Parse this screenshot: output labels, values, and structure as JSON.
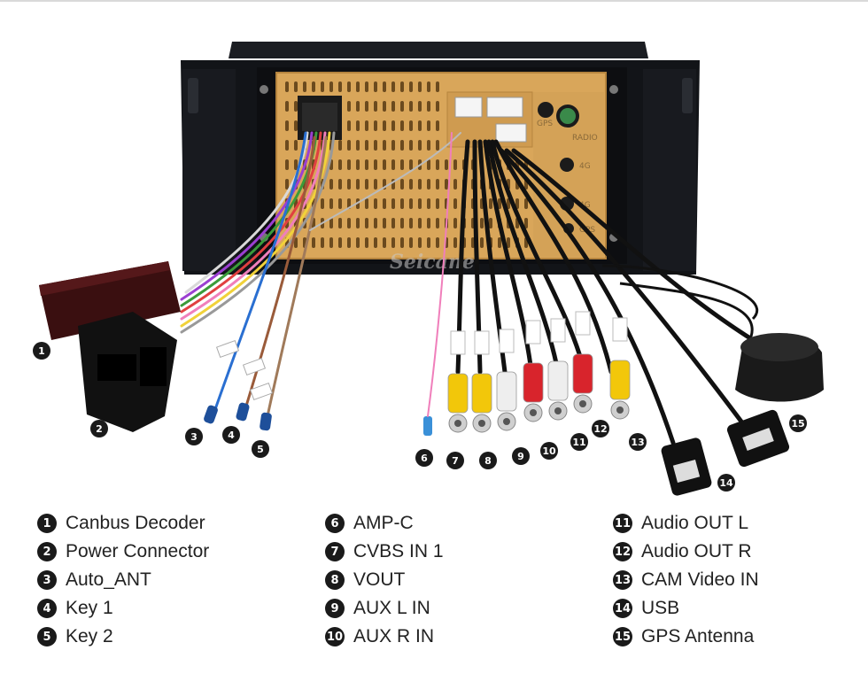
{
  "watermark": "Seicane",
  "port_labels": {
    "gps_top": "GPS",
    "radio": "RADIO",
    "four_g_1": "4G",
    "four_g_2": "4G",
    "gps_bottom": "GPS"
  },
  "legend": [
    {
      "num": "1",
      "label": "Canbus Decoder"
    },
    {
      "num": "2",
      "label": "Power Connector"
    },
    {
      "num": "3",
      "label": "Auto_ANT"
    },
    {
      "num": "4",
      "label": "Key 1"
    },
    {
      "num": "5",
      "label": "Key 2"
    },
    {
      "num": "6",
      "label": "AMP-C"
    },
    {
      "num": "7",
      "label": "CVBS IN 1"
    },
    {
      "num": "8",
      "label": "VOUT"
    },
    {
      "num": "9",
      "label": "AUX L IN"
    },
    {
      "num": "10",
      "label": "AUX R IN"
    },
    {
      "num": "11",
      "label": "Audio OUT L"
    },
    {
      "num": "12",
      "label": "Audio OUT R"
    },
    {
      "num": "13",
      "label": "CAM Video IN"
    },
    {
      "num": "14",
      "label": "USB"
    },
    {
      "num": "15",
      "label": "GPS Antenna"
    }
  ],
  "colors": {
    "chassis": "#121418",
    "panel": "#d9a65a",
    "rca_yellow": "#f2c70a",
    "rca_white": "#eeeeee",
    "rca_red": "#d8242c",
    "badge": "#1a1a1a"
  }
}
